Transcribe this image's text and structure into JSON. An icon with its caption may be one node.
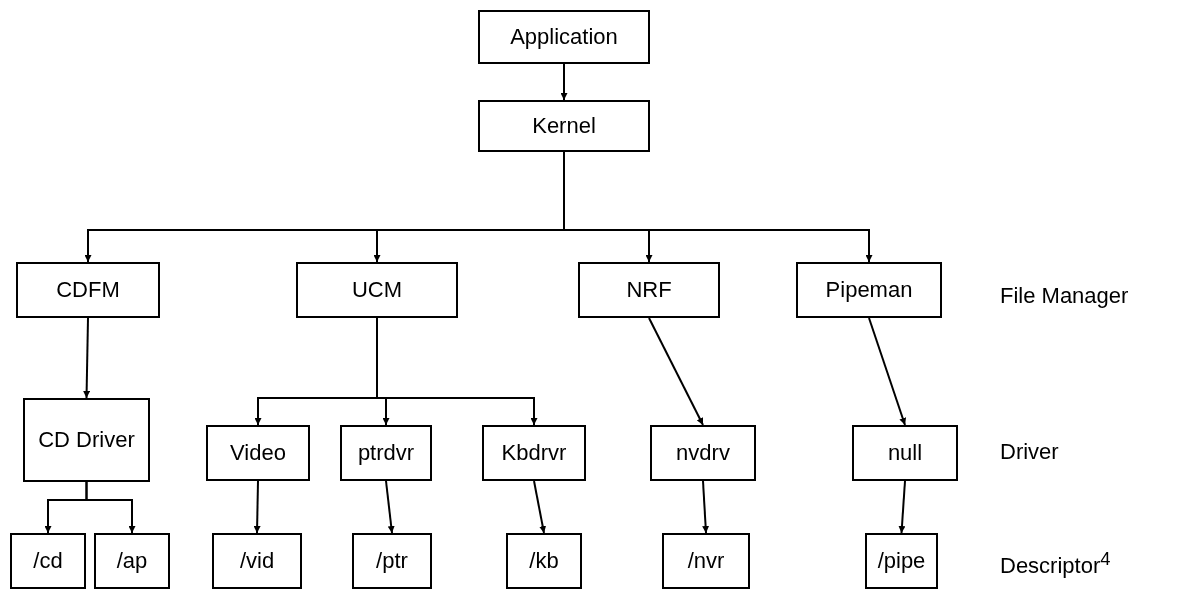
{
  "diagram": {
    "nodes": [
      {
        "text": [
          "Application"
        ]
      },
      {
        "text": [
          "Kernel"
        ]
      },
      {
        "text": [
          "CDFM"
        ]
      },
      {
        "text": [
          "UCM"
        ]
      },
      {
        "text": [
          "NRF"
        ]
      },
      {
        "text": [
          "Pipeman"
        ]
      },
      {
        "text": [
          "CD Driver"
        ]
      },
      {
        "text": [
          "Video"
        ]
      },
      {
        "text": [
          "ptrdvr"
        ]
      },
      {
        "text": [
          "Kbdrvr"
        ]
      },
      {
        "text": [
          "nvdrv"
        ]
      },
      {
        "text": [
          "null"
        ]
      },
      {
        "text": [
          "/cd"
        ]
      },
      {
        "text": [
          "/ap"
        ]
      },
      {
        "text": [
          "/vid"
        ]
      },
      {
        "text": [
          "/ptr"
        ]
      },
      {
        "text": [
          "/kb"
        ]
      },
      {
        "text": [
          "/nvr"
        ]
      },
      {
        "text": [
          "/pipe"
        ]
      }
    ],
    "edges": [
      {
        "from": 0,
        "to": 1,
        "arrow": "to"
      },
      {
        "from": 1,
        "to": 2,
        "arrow": "to"
      },
      {
        "from": 1,
        "to": 3,
        "arrow": "to"
      },
      {
        "from": 1,
        "to": 4,
        "arrow": "to"
      },
      {
        "from": 1,
        "to": 5,
        "arrow": "to"
      },
      {
        "from": 2,
        "to": 6,
        "arrow": "to"
      },
      {
        "from": 3,
        "to": 7,
        "arrow": "to"
      },
      {
        "from": 3,
        "to": 8,
        "arrow": "to"
      },
      {
        "from": 3,
        "to": 9,
        "arrow": "to"
      },
      {
        "from": 4,
        "to": 10,
        "arrow": "to"
      },
      {
        "from": 5,
        "to": 11,
        "arrow": "to"
      },
      {
        "from": 6,
        "to": 12,
        "arrow": "to"
      },
      {
        "from": 6,
        "to": 13,
        "arrow": "to"
      },
      {
        "from": 7,
        "to": 14,
        "arrow": "to"
      },
      {
        "from": 8,
        "to": 15,
        "arrow": "to"
      },
      {
        "from": 9,
        "to": 16,
        "arrow": "to"
      },
      {
        "from": 10,
        "to": 17,
        "arrow": "to"
      },
      {
        "from": 11,
        "to": 18,
        "arrow": "to"
      }
    ],
    "labels": [
      "File Manager",
      "Driver",
      "Descriptor$^{4}$"
    ]
  }
}
